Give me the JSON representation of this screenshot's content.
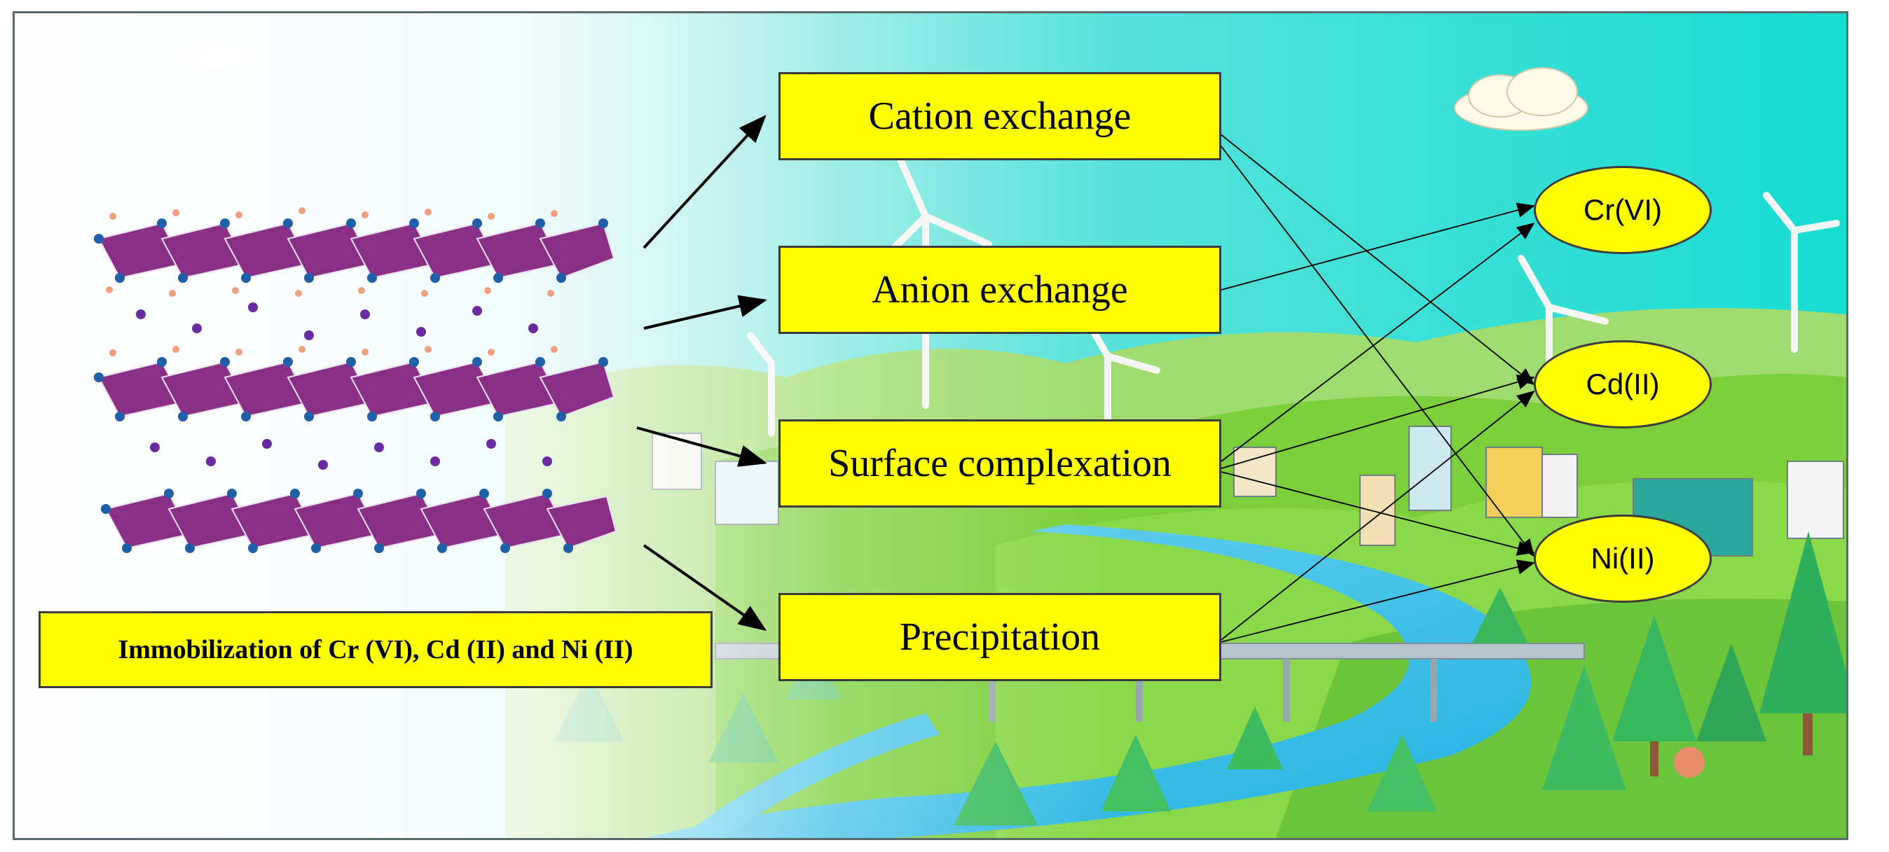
{
  "mechanisms": [
    "Cation exchange",
    "Anion exchange",
    "Surface complexation",
    "Precipitation"
  ],
  "metals": [
    "Cr(VI)",
    "Cd(II)",
    "Ni(II)"
  ],
  "caption": "Immobilization of Cr (VI), Cd (II) and Ni (II)",
  "colors": {
    "box_fill": "#ffff00",
    "box_border": "#3b3b3b",
    "arrow": "#000000",
    "sky_top": "#16dcd2",
    "hill_green": "#7ccf3a",
    "river": "#35bde6",
    "crystal": "#8a2f86"
  },
  "icons": [
    "layered-crystal-structure-illustration",
    "wind-turbine-icon",
    "tree-icon",
    "building-icon",
    "cloud-icon",
    "bridge-icon"
  ]
}
